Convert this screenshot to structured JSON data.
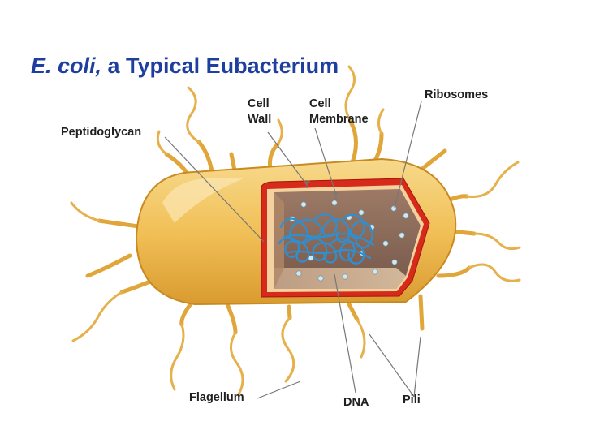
{
  "title": {
    "italic_part": "E. coli,",
    "rest": " a Typical Eubacterium",
    "color": "#1f3f9e"
  },
  "labels": {
    "cell_wall": [
      "Cell",
      "Wall"
    ],
    "cell_membrane": [
      "Cell",
      "Membrane"
    ],
    "ribosomes": "Ribosomes",
    "peptidoglycan": "Peptidoglycan",
    "flagellum": "Flagellum",
    "dna": "DNA",
    "pili": "Pili"
  },
  "colors": {
    "cell_body": "#f1c057",
    "cell_outline": "#c98a22",
    "cell_wall": "#d62a1a",
    "cytoplasm": "#8a6a58",
    "dna": "#2f8fd0",
    "ribosome": "#cfe7ef",
    "leader_line": "#777777"
  }
}
